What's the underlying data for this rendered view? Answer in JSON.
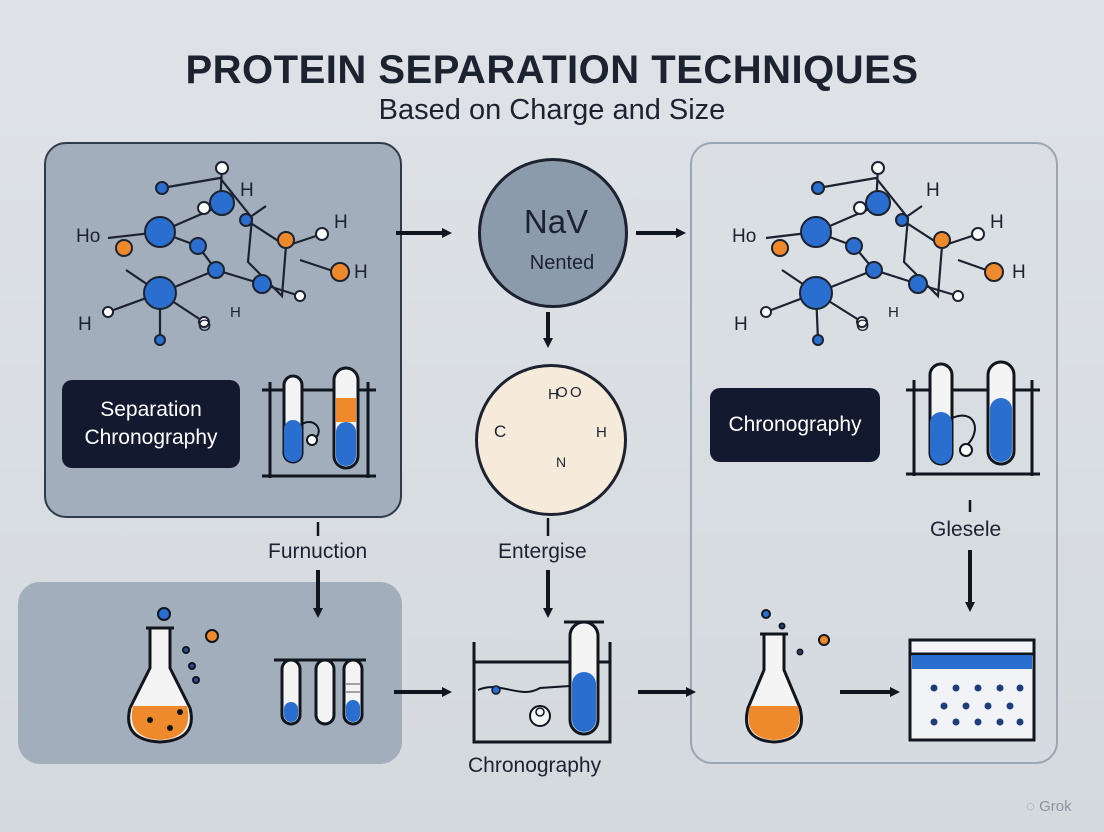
{
  "title": "PROTEIN SEPARATION TECHNIQUES",
  "subtitle": "Based on Charge and Size",
  "panels": {
    "top_left_label": [
      "Separation",
      "Chronography"
    ],
    "top_right_label": "Chronography"
  },
  "nav_circle": {
    "main": "NaV",
    "sub": "Nented"
  },
  "molecule_circle": {
    "labels": [
      "H",
      "O",
      "O",
      "C",
      "H",
      "N"
    ]
  },
  "molecule_atoms": {
    "left_labels": [
      "H",
      "Ho",
      "H",
      "H",
      "H",
      "O",
      "H"
    ],
    "right_labels": [
      "H",
      "Ho",
      "H",
      "H",
      "H",
      "O",
      "H"
    ]
  },
  "flow_labels": {
    "left": "Furnuction",
    "middle": "Entergise",
    "right": "Glesele",
    "bottom": "Chronography"
  },
  "watermark": "Grok",
  "colors": {
    "atom_blue": "#2a6fcf",
    "atom_orange": "#ef8a2c",
    "dark": "#1c2230",
    "panel_fill": "#a2aebb",
    "label_bg": "#131a30"
  }
}
